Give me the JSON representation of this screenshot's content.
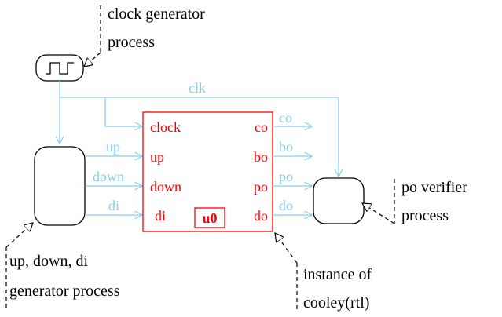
{
  "annotations": {
    "clock_line1": "clock generator",
    "clock_line2": "process",
    "verifier_line1": "po verifier",
    "verifier_line2": "process",
    "generator_line1": "up, down, di",
    "generator_line2": "generator process",
    "instance_line1": "instance of",
    "instance_line2": "cooley(rtl)"
  },
  "instance": {
    "name": "u0",
    "inputs": [
      "clock",
      "up",
      "down",
      "di"
    ],
    "outputs": [
      "co",
      "bo",
      "po",
      "do"
    ]
  },
  "signals": {
    "clock": "clk",
    "in_up": "up",
    "in_down": "down",
    "in_di": "di",
    "out_co": "co",
    "out_bo": "bo",
    "out_po": "po",
    "out_do": "do"
  },
  "colors": {
    "signal": "#87CEEB",
    "instance": "#FF0000",
    "process": "#000000"
  }
}
